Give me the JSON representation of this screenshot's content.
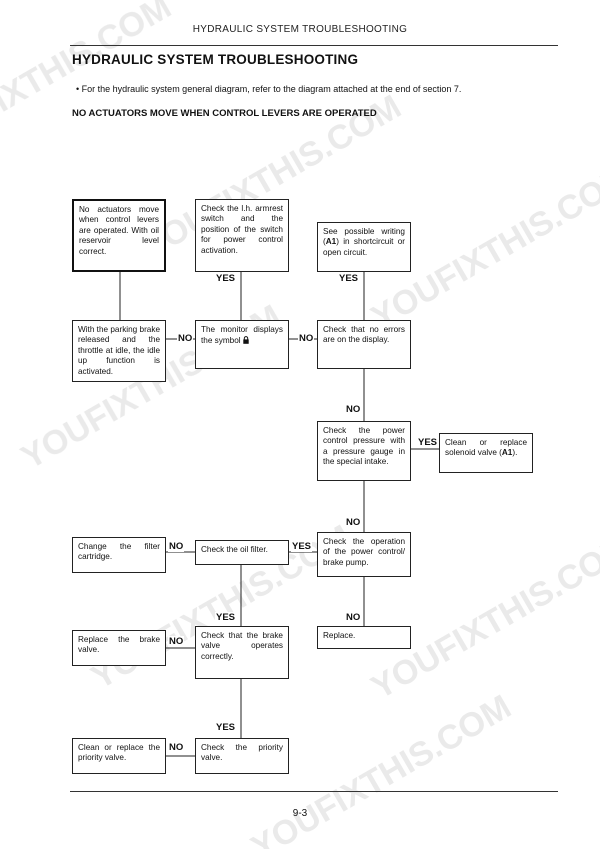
{
  "header": {
    "running_title": "HYDRAULIC SYSTEM TROUBLESHOOTING"
  },
  "page": {
    "title": "HYDRAULIC SYSTEM TROUBLESHOOTING",
    "note": "• For the hydraulic system general diagram, refer to the diagram attached at the end of section 7.",
    "section_title": "NO ACTUATORS MOVE WHEN CONTROL LEVERS ARE OPERATED",
    "page_number": "9-3",
    "watermark": "YOUFIXTHIS.COM"
  },
  "flow": {
    "start": "No actuators move when control levers are operated. With oil reservoir level correct.",
    "armrest_pre": "Check the l.h. armrest switch and the position of the switch for power control activation.",
    "writing_pre": "See possible writing (",
    "writing_code": "A1",
    "writing_post": ") in shortcircuit or open circuit.",
    "parking": "With the parking brake released and the throttle at idle, the idle up function is activated.",
    "monitor": "The monitor displays the symbol",
    "errors": "Check that no errors are on the display.",
    "pressure": "Check the power control pressure with a pressure gauge in the special intake.",
    "solenoid_pre": "Clean or replace solenoid valve (",
    "solenoid_code": "A1",
    "solenoid_post": ").",
    "filter_change": "Change the filter cartridge.",
    "oil_filter": "Check the oil filter.",
    "pump": "Check the operation of the power control/ brake pump.",
    "brake_replace": "Replace the brake valve.",
    "brake_check": "Check that the brake valve operates correctly.",
    "replace": "Replace.",
    "priority_replace": "Clean or replace the priority valve.",
    "priority_check": "Check the priority valve."
  },
  "labels": {
    "yes": "YES",
    "no": "NO"
  },
  "icons": {
    "monitor_symbol": "lock-icon"
  }
}
